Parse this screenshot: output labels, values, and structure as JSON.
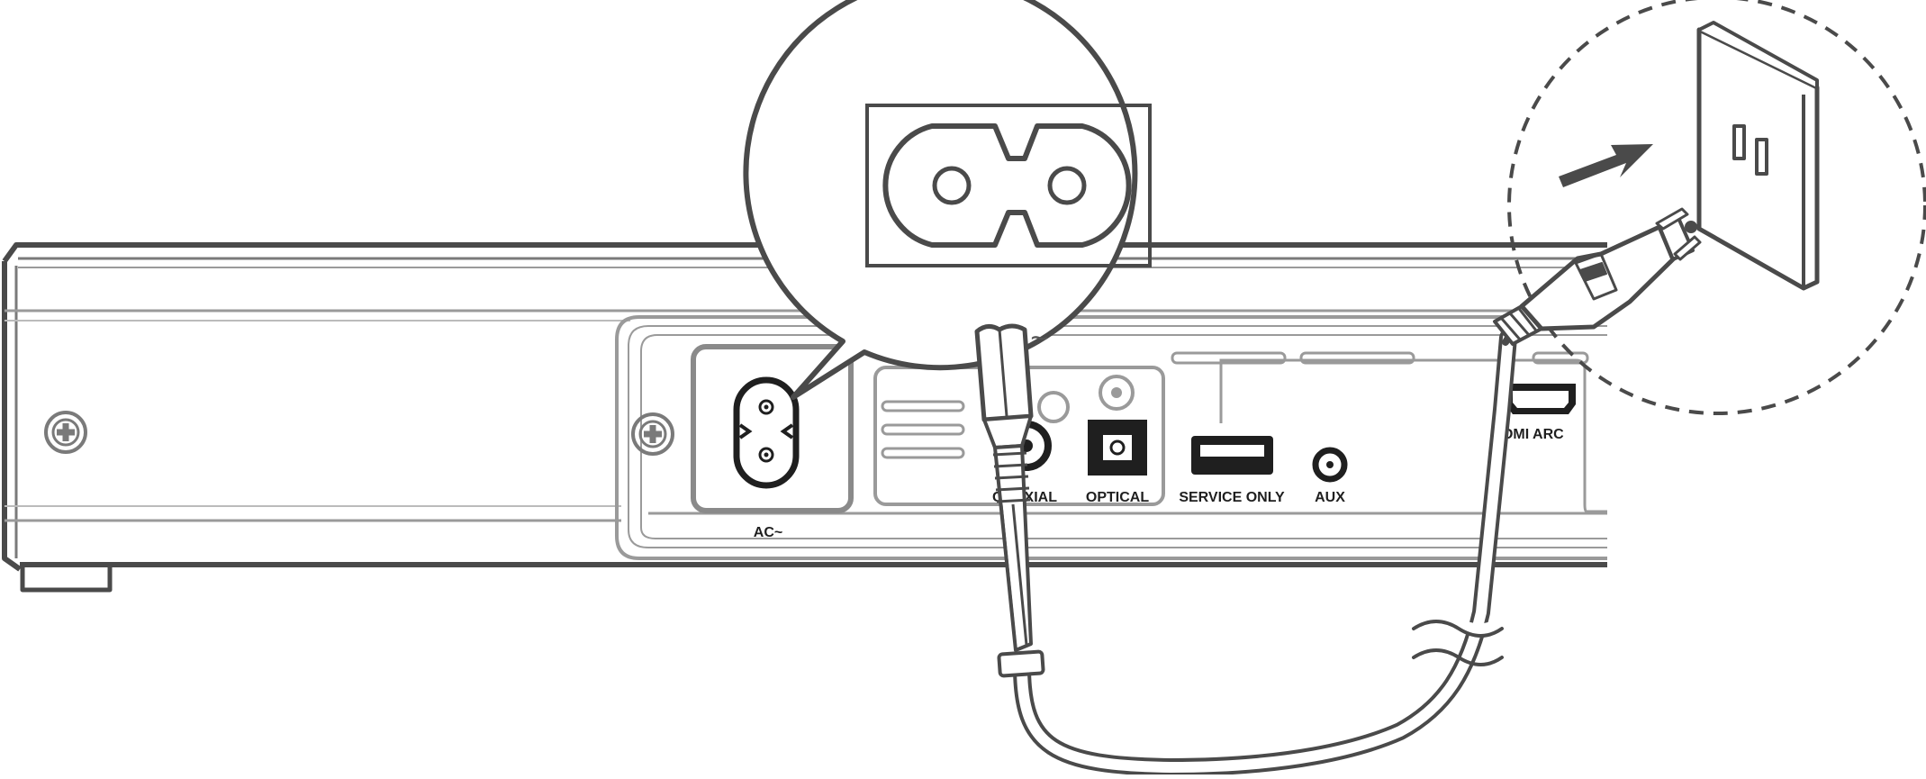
{
  "diagram": {
    "callout_label": "AC ~",
    "port_labels": {
      "ac_small": "AC~",
      "coaxial": "COAXIAL",
      "optical": "OPTICAL",
      "usb": "SERVICE ONLY",
      "aux": "AUX",
      "hdmi": "HDMI ARC"
    },
    "colors": {
      "outline": "#4a4a4a",
      "light_outline": "#9a9a9a",
      "dark": "#1f1f1f",
      "arrow": "#4a4a4a"
    },
    "icons": [
      "screw-icon",
      "ac-socket-icon",
      "power-plug-icon",
      "wall-outlet-icon",
      "arrow-icon"
    ]
  }
}
